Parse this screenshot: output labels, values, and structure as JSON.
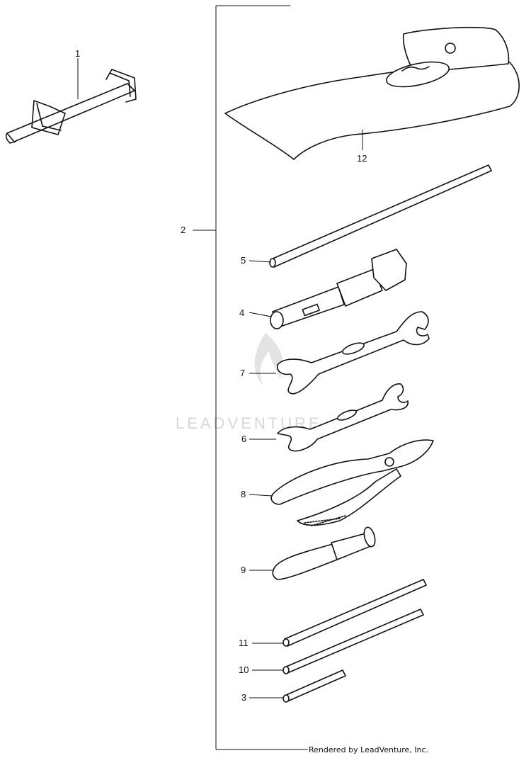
{
  "callouts": {
    "c1": "1",
    "c2": "2",
    "c3": "3",
    "c4": "4",
    "c5": "5",
    "c6": "6",
    "c7": "7",
    "c8": "8",
    "c9": "9",
    "c10": "10",
    "c11": "11",
    "c12": "12"
  },
  "watermark": "LEADVENTURE",
  "credit": "Rendered by LeadVenture, Inc."
}
